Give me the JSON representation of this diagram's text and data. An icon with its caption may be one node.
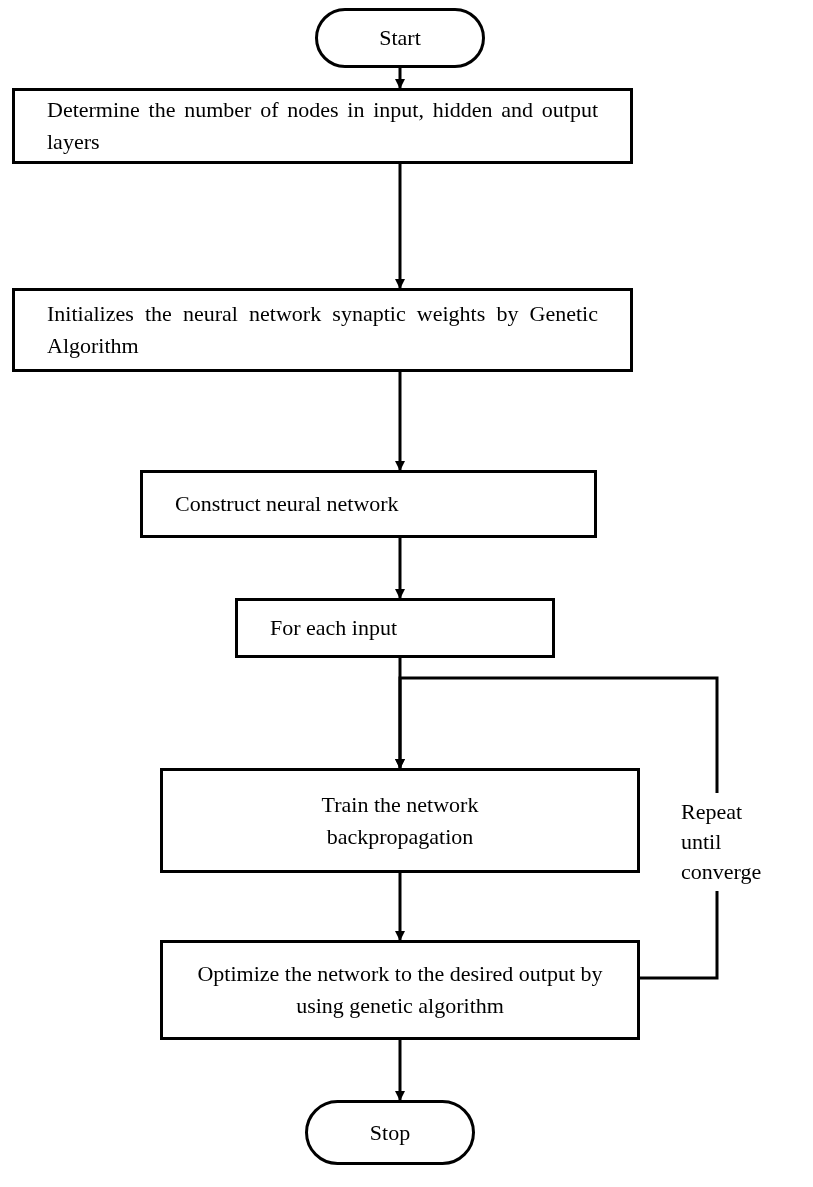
{
  "diagram": {
    "nodes": [
      {
        "text": [
          "Start"
        ]
      },
      {
        "text": [
          "Determine the number of nodes in input, hidden and output layers"
        ]
      },
      {
        "text": [
          "Initializes the neural network synaptic weights by Genetic Algorithm"
        ]
      },
      {
        "text": [
          "Construct neural network"
        ]
      },
      {
        "text": [
          "For each input"
        ]
      },
      {
        "text": [
          "Train the network",
          "backpropagation"
        ]
      },
      {
        "text": [
          "Optimize the network to the desired output by using genetic algorithm"
        ]
      },
      {
        "text": [
          "Stop"
        ]
      }
    ],
    "edges": [
      {
        "from": 0,
        "to": 1,
        "arrow": "to"
      },
      {
        "from": 1,
        "to": 2,
        "arrow": "to"
      },
      {
        "from": 2,
        "to": 3,
        "arrow": "to"
      },
      {
        "from": 3,
        "to": 4,
        "arrow": "to"
      },
      {
        "from": 4,
        "to": 5,
        "arrow": "to"
      },
      {
        "from": 5,
        "to": 6,
        "arrow": "to"
      },
      {
        "from": 6,
        "to": 7,
        "arrow": "to"
      },
      {
        "from": 6,
        "to": 5,
        "arrow": "to",
        "label": "Repeat until converge"
      }
    ]
  }
}
